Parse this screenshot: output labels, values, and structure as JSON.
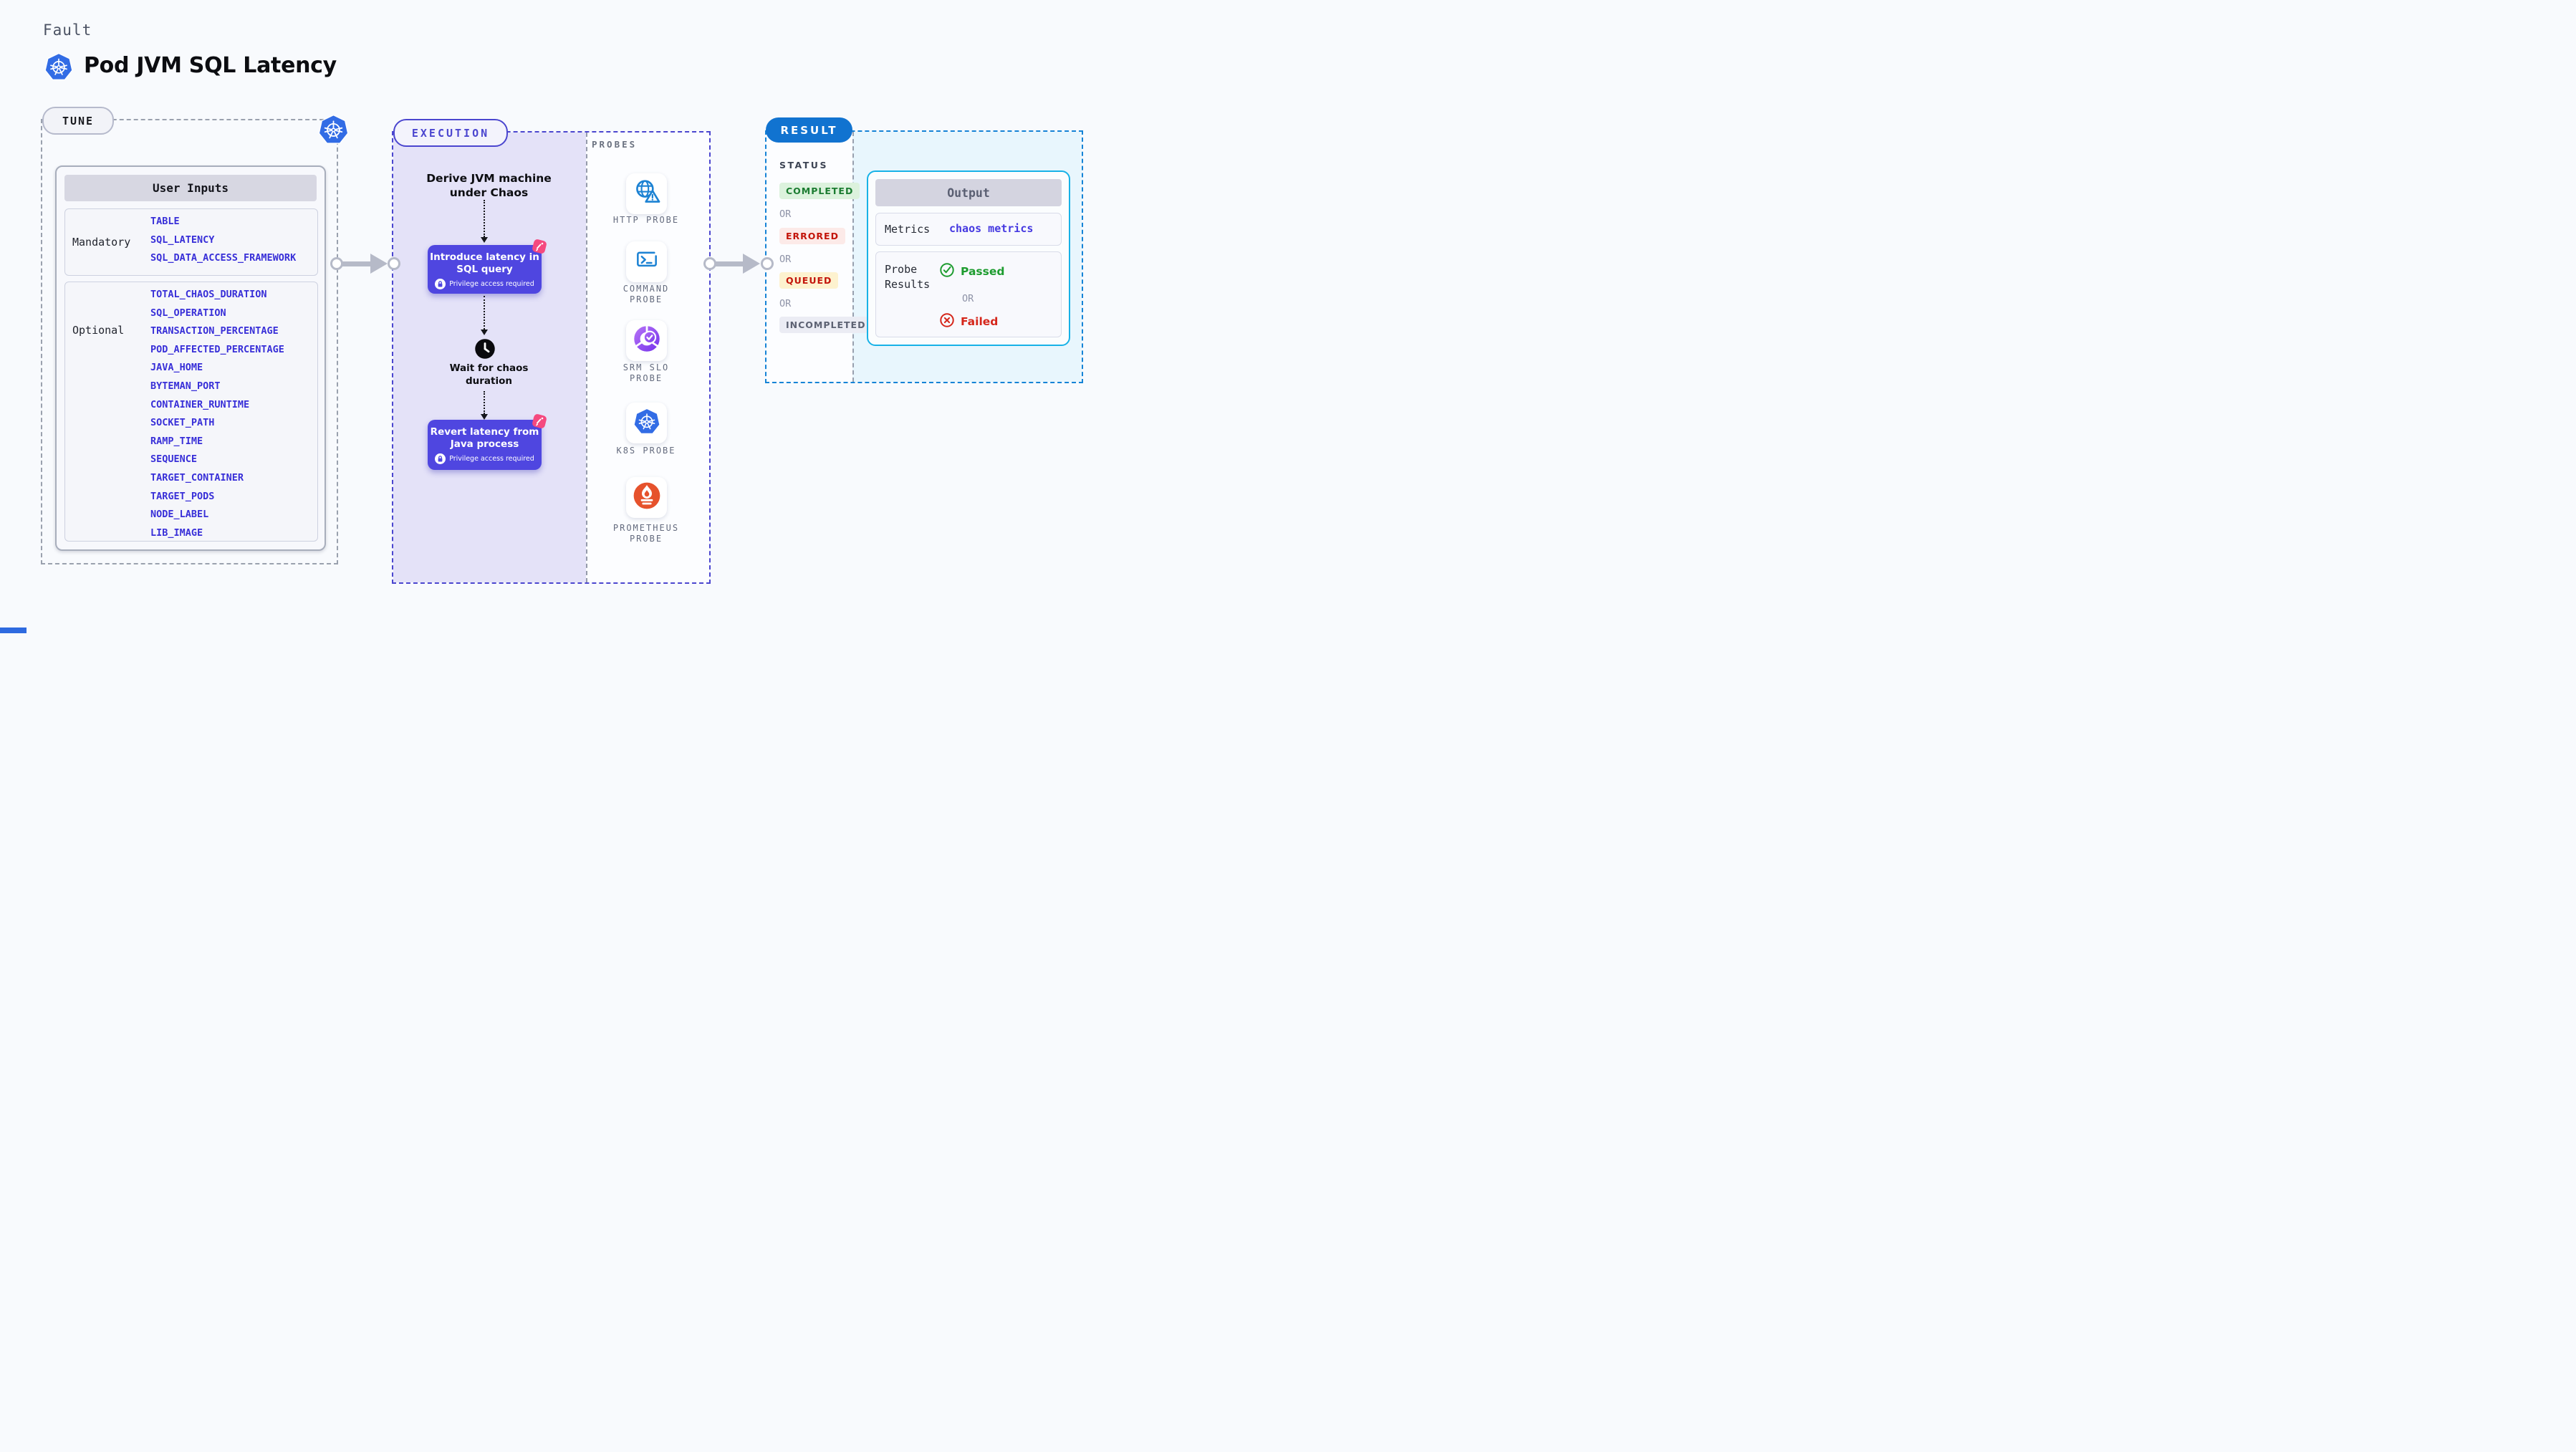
{
  "page": {
    "kicker": "Fault",
    "title": "Pod JVM SQL Latency"
  },
  "colors": {
    "k8s_blue": "#326ce5",
    "indigo_node": "#4f46e0",
    "indigo_border": "#4b46cf",
    "lavender_bg": "#e4e2f8",
    "result_blue": "#1173d0",
    "cyan_border": "#17b2e7",
    "cyan_bg": "#e8f6fd",
    "green": "#1d9c2f",
    "red": "#d5271b",
    "queued_bg": "#fdf2cf",
    "pink_spray": "#f5497f",
    "prometheus_orange": "#e6522c",
    "probe_blue": "#1c82d3",
    "field_blue": "#382fd8"
  },
  "tune": {
    "label": "TUNE",
    "table": {
      "header": "User Inputs",
      "rows": [
        {
          "label": "Mandatory",
          "fields": [
            "TABLE",
            "SQL_LATENCY",
            "SQL_DATA_ACCESS_FRAMEWORK"
          ]
        },
        {
          "label": "Optional",
          "fields": [
            "TOTAL_CHAOS_DURATION",
            "SQL_OPERATION",
            "TRANSACTION_PERCENTAGE",
            "POD_AFFECTED_PERCENTAGE",
            "JAVA_HOME",
            "BYTEMAN_PORT",
            "CONTAINER_RUNTIME",
            "SOCKET_PATH",
            "RAMP_TIME",
            "SEQUENCE",
            "TARGET_CONTAINER",
            "TARGET_PODS",
            "NODE_LABEL",
            "LIB_IMAGE"
          ]
        }
      ]
    }
  },
  "execution": {
    "label": "EXECUTION",
    "privilege_note": "Privilege access required",
    "steps": {
      "derive": "Derive JVM machine\nunder Chaos",
      "introduce": "Introduce latency in\nSQL query",
      "wait": "Wait for chaos\nduration",
      "revert": "Revert latency from\nJava process"
    }
  },
  "probes": {
    "label": "PROBES",
    "items": [
      {
        "label": "HTTP PROBE"
      },
      {
        "label": "COMMAND\nPROBE"
      },
      {
        "label": "SRM SLO\nPROBE"
      },
      {
        "label": "K8S PROBE"
      },
      {
        "label": "PROMETHEUS\nPROBE"
      }
    ]
  },
  "result": {
    "label": "RESULT",
    "status_label": "STATUS",
    "or_label": "OR",
    "statuses": [
      {
        "label": "COMPLETED"
      },
      {
        "label": "ERRORED"
      },
      {
        "label": "QUEUED"
      },
      {
        "label": "INCOMPLETED"
      }
    ],
    "output": {
      "header": "Output",
      "metrics_label": "Metrics",
      "metrics_value": "chaos metrics",
      "probe_results_label": "Probe\nResults",
      "passed_label": "Passed",
      "or_label": "OR",
      "failed_label": "Failed"
    }
  }
}
